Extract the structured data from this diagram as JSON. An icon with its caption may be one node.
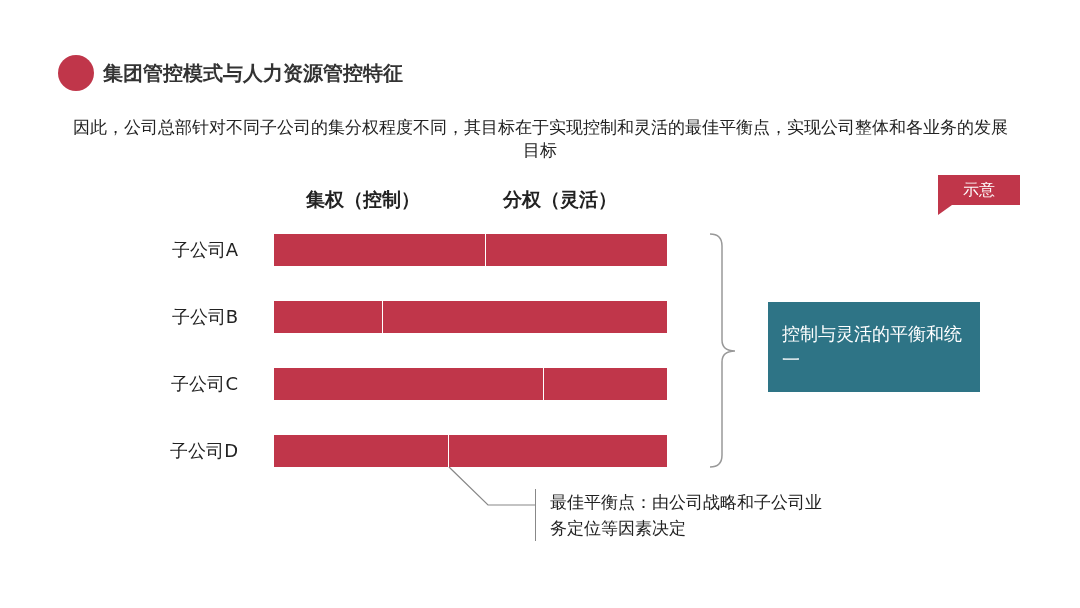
{
  "diagram": {
    "title": "集团管控模式与人力资源管控特征",
    "nodes": [
      {
        "text": [
          "示意"
        ]
      },
      {
        "text": [],
        "shape": "bar",
        "beside": [
          "子公司A"
        ]
      },
      {
        "text": [],
        "shape": "bar",
        "beside": [
          "子公司B"
        ]
      },
      {
        "text": [],
        "shape": "bar",
        "beside": [
          "子公司C"
        ]
      },
      {
        "text": [],
        "shape": "bar",
        "beside": [
          "子公司D"
        ]
      },
      {
        "text": [
          "控制与灵活的平衡和统一"
        ]
      },
      {
        "text": [
          "最佳平衡点：由公司战略和子公司业务定位等因素决定"
        ]
      }
    ],
    "edges": [
      {
        "from": 6,
        "to": 4,
        "arrow": "none"
      }
    ],
    "labels": [
      "因此，公司总部针对不同子公司的集分权程度不同，其目标在于实现控制和灵活的最佳平衡点，实现公司整体和各业务的发展目标",
      "集权（控制）",
      "分权（灵活）"
    ]
  }
}
